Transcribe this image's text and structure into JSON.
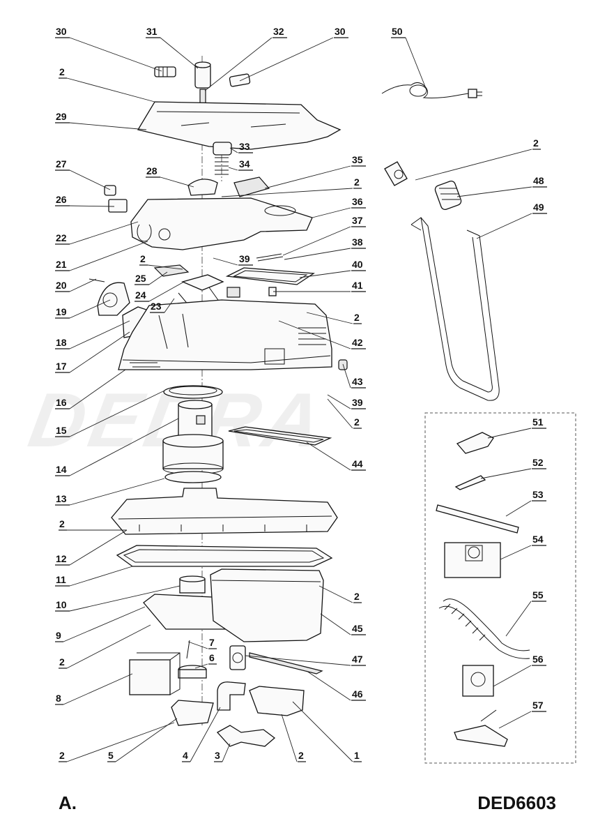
{
  "footer": {
    "section": "A.",
    "model": "DED6603"
  },
  "watermark": "DEDRA",
  "callouts": [
    {
      "id": "c30a",
      "label": "30"
    },
    {
      "id": "c31",
      "label": "31"
    },
    {
      "id": "c32",
      "label": "32"
    },
    {
      "id": "c30b",
      "label": "30"
    },
    {
      "id": "c2a",
      "label": "2"
    },
    {
      "id": "c29",
      "label": "29"
    },
    {
      "id": "c33",
      "label": "33"
    },
    {
      "id": "c34",
      "label": "34"
    },
    {
      "id": "c27",
      "label": "27"
    },
    {
      "id": "c28",
      "label": "28"
    },
    {
      "id": "c35",
      "label": "35"
    },
    {
      "id": "c2b",
      "label": "2"
    },
    {
      "id": "c26",
      "label": "26"
    },
    {
      "id": "c36",
      "label": "36"
    },
    {
      "id": "c22",
      "label": "22"
    },
    {
      "id": "c37",
      "label": "37"
    },
    {
      "id": "c38",
      "label": "38"
    },
    {
      "id": "c21",
      "label": "21"
    },
    {
      "id": "c2c",
      "label": "2"
    },
    {
      "id": "c39a",
      "label": "39"
    },
    {
      "id": "c40",
      "label": "40"
    },
    {
      "id": "c25",
      "label": "25"
    },
    {
      "id": "c20",
      "label": "20"
    },
    {
      "id": "c24",
      "label": "24"
    },
    {
      "id": "c41",
      "label": "41"
    },
    {
      "id": "c19",
      "label": "19"
    },
    {
      "id": "c23",
      "label": "23"
    },
    {
      "id": "c2d",
      "label": "2"
    },
    {
      "id": "c18",
      "label": "18"
    },
    {
      "id": "c42",
      "label": "42"
    },
    {
      "id": "c17",
      "label": "17"
    },
    {
      "id": "c43",
      "label": "43"
    },
    {
      "id": "c16",
      "label": "16"
    },
    {
      "id": "c39b",
      "label": "39"
    },
    {
      "id": "c15",
      "label": "15"
    },
    {
      "id": "c2e",
      "label": "2"
    },
    {
      "id": "c44",
      "label": "44"
    },
    {
      "id": "c14",
      "label": "14"
    },
    {
      "id": "c13",
      "label": "13"
    },
    {
      "id": "c2f",
      "label": "2"
    },
    {
      "id": "c12",
      "label": "12"
    },
    {
      "id": "c11",
      "label": "11"
    },
    {
      "id": "c2g",
      "label": "2"
    },
    {
      "id": "c10",
      "label": "10"
    },
    {
      "id": "c45",
      "label": "45"
    },
    {
      "id": "c9",
      "label": "9"
    },
    {
      "id": "c2h",
      "label": "2"
    },
    {
      "id": "c7",
      "label": "7"
    },
    {
      "id": "c47",
      "label": "47"
    },
    {
      "id": "c6",
      "label": "6"
    },
    {
      "id": "c8",
      "label": "8"
    },
    {
      "id": "c46",
      "label": "46"
    },
    {
      "id": "c2i",
      "label": "2"
    },
    {
      "id": "c5",
      "label": "5"
    },
    {
      "id": "c4",
      "label": "4"
    },
    {
      "id": "c3",
      "label": "3"
    },
    {
      "id": "c2j",
      "label": "2"
    },
    {
      "id": "c1",
      "label": "1"
    },
    {
      "id": "c50",
      "label": "50"
    },
    {
      "id": "c2k",
      "label": "2"
    },
    {
      "id": "c48",
      "label": "48"
    },
    {
      "id": "c49",
      "label": "49"
    },
    {
      "id": "c51",
      "label": "51"
    },
    {
      "id": "c52",
      "label": "52"
    },
    {
      "id": "c53",
      "label": "53"
    },
    {
      "id": "c54",
      "label": "54"
    },
    {
      "id": "c55",
      "label": "55"
    },
    {
      "id": "c56",
      "label": "56"
    },
    {
      "id": "c57",
      "label": "57"
    }
  ]
}
